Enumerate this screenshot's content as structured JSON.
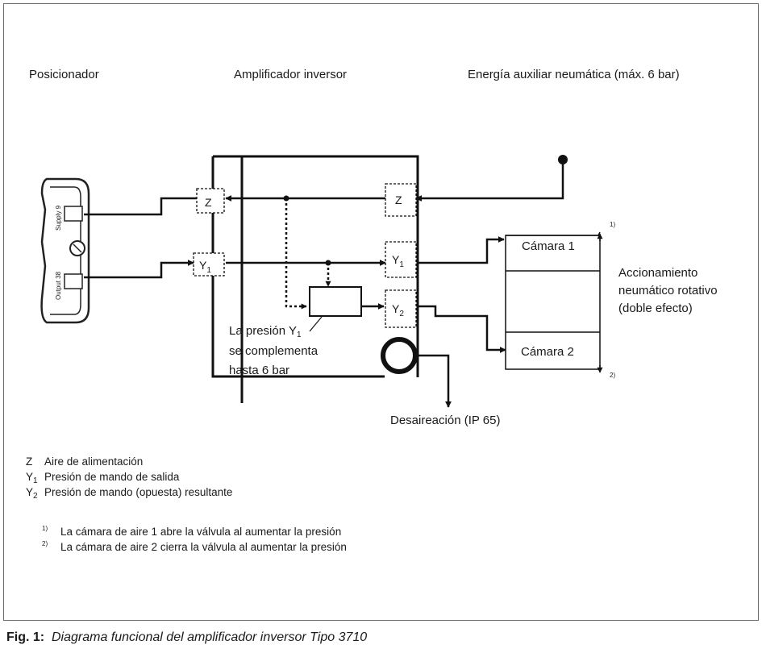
{
  "labels": {
    "positioner": "Posicionador",
    "reversing_amplifier": "Amplificador inversor",
    "supply_energy": "Energía auxiliar neumática (máx. 6 bar)",
    "actuator_line1": "Accionamiento",
    "actuator_line2": "neumático rotativo",
    "actuator_line3": "(doble efecto)",
    "chamber1": "Cámara 1",
    "chamber2": "Cámara 2",
    "chamber1_note": "1)",
    "chamber2_note": "2)",
    "complement_line1_prefix": "La presión Y",
    "complement_line1_sub": "1",
    "complement_line2": "se complementa",
    "complement_line3": "hasta 6 bar",
    "exhaust": "Desaireación (IP 65)",
    "port_z": "Z",
    "port_y": "Y",
    "sub_1": "1",
    "sub_2": "2",
    "supply9": "Supply 9",
    "output38": "Output 38"
  },
  "legend": [
    {
      "symbol": "Z",
      "sub": "",
      "text": "Aire de alimentación"
    },
    {
      "symbol": "Y",
      "sub": "1",
      "text": "Presión de mando de salida"
    },
    {
      "symbol": "Y",
      "sub": "2",
      "text": "Presión de mando (opuesta) resultante"
    }
  ],
  "notes": [
    {
      "mark": "1)",
      "text": "La cámara de aire 1 abre la válvula al aumentar la presión"
    },
    {
      "mark": "2)",
      "text": "La cámara de aire 2 cierra la válvula al aumentar la presión"
    }
  ],
  "caption": {
    "label": "Fig. 1:",
    "text": "Diagrama funcional del amplificador inversor Tipo 3710"
  }
}
